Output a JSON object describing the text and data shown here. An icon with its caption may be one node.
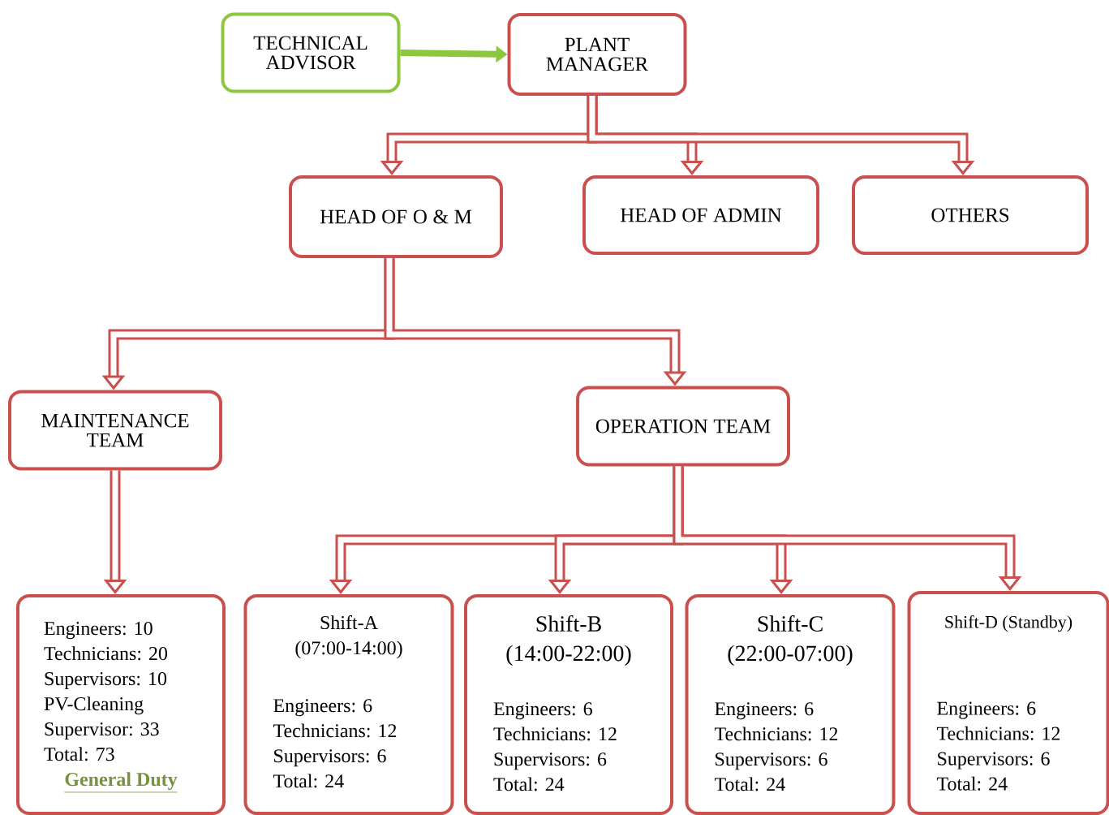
{
  "diagram": {
    "nodes": [
      {
        "text": [
          "TECHNICAL ADVISOR"
        ]
      },
      {
        "text": [
          "PLANT MANAGER"
        ]
      },
      {
        "text": [
          "HEAD OF O & M"
        ]
      },
      {
        "text": [
          "HEAD OF ADMIN"
        ]
      },
      {
        "text": [
          "OTHERS"
        ]
      },
      {
        "text": [
          "MAINTENANCE TEAM"
        ]
      },
      {
        "text": [
          "OPERATION TEAM"
        ]
      },
      {
        "text": [
          "Engineers: 10",
          "Technicians: 20",
          "Supervisors: 10",
          "PV-Cleaning Supervisor: 33",
          "Total: 73",
          "General Duty"
        ]
      },
      {
        "text": [
          "Shift-A",
          "(07:00-14:00)",
          "Engineers: 6",
          "Technicians: 12",
          "Supervisors: 6",
          "Total: 24"
        ]
      },
      {
        "text": [
          "Shift-B",
          "(14:00-22:00)",
          "Engineers: 6",
          "Technicians: 12",
          "Supervisors: 6",
          "Total: 24"
        ]
      },
      {
        "text": [
          "Shift-C",
          "(22:00-07:00)",
          "Engineers: 6",
          "Technicians: 12",
          "Supervisors: 6",
          "Total: 24"
        ]
      },
      {
        "text": [
          "Shift-D (Standby)",
          "Engineers: 6",
          "Technicians: 12",
          "Supervisors: 6",
          "Total: 24"
        ]
      }
    ],
    "edges": [
      {
        "from": 0,
        "to": 1,
        "arrow": "to",
        "color": "#8dc63f"
      },
      {
        "from": 1,
        "to": 2,
        "arrow": "to"
      },
      {
        "from": 1,
        "to": 3,
        "arrow": "to"
      },
      {
        "from": 1,
        "to": 4,
        "arrow": "to"
      },
      {
        "from": 2,
        "to": 5,
        "arrow": "to"
      },
      {
        "from": 2,
        "to": 6,
        "arrow": "to"
      },
      {
        "from": 5,
        "to": 7,
        "arrow": "to"
      },
      {
        "from": 6,
        "to": 8,
        "arrow": "to"
      },
      {
        "from": 6,
        "to": 9,
        "arrow": "to"
      },
      {
        "from": 6,
        "to": 10,
        "arrow": "to"
      },
      {
        "from": 6,
        "to": 11,
        "arrow": "to"
      }
    ]
  }
}
